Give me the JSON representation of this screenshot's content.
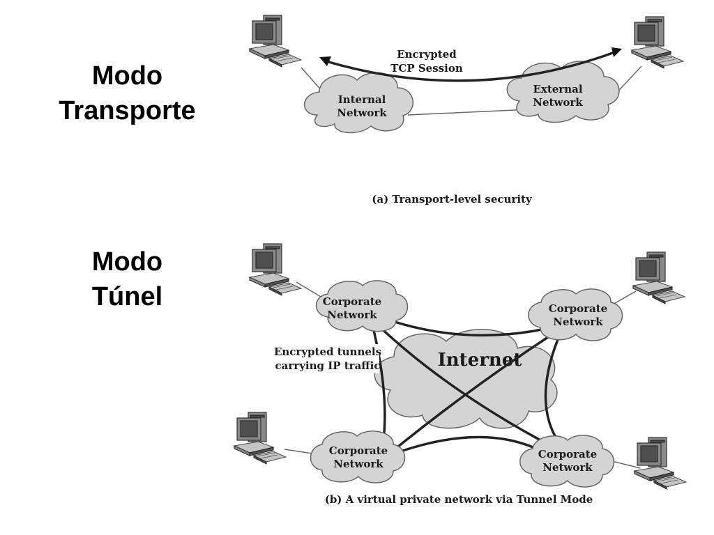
{
  "titles": {
    "transport_line1": "Modo",
    "transport_line2": "Transporte",
    "tunnel_line1": "Modo",
    "tunnel_line2": "Túnel"
  },
  "diagram_a": {
    "arrow_label_line1": "Encrypted",
    "arrow_label_line2": "TCP Session",
    "internal_line1": "Internal",
    "internal_line2": "Network",
    "external_line1": "External",
    "external_line2": "Network",
    "caption": "(a) Transport-level security"
  },
  "diagram_b": {
    "corporate_line1": "Corporate",
    "corporate_line2": "Network",
    "internet": "Internet",
    "tunnels_line1": "Encrypted tunnels",
    "tunnels_line2": "carrying IP traffic",
    "caption": "(b) A virtual private network via Tunnel Mode"
  }
}
